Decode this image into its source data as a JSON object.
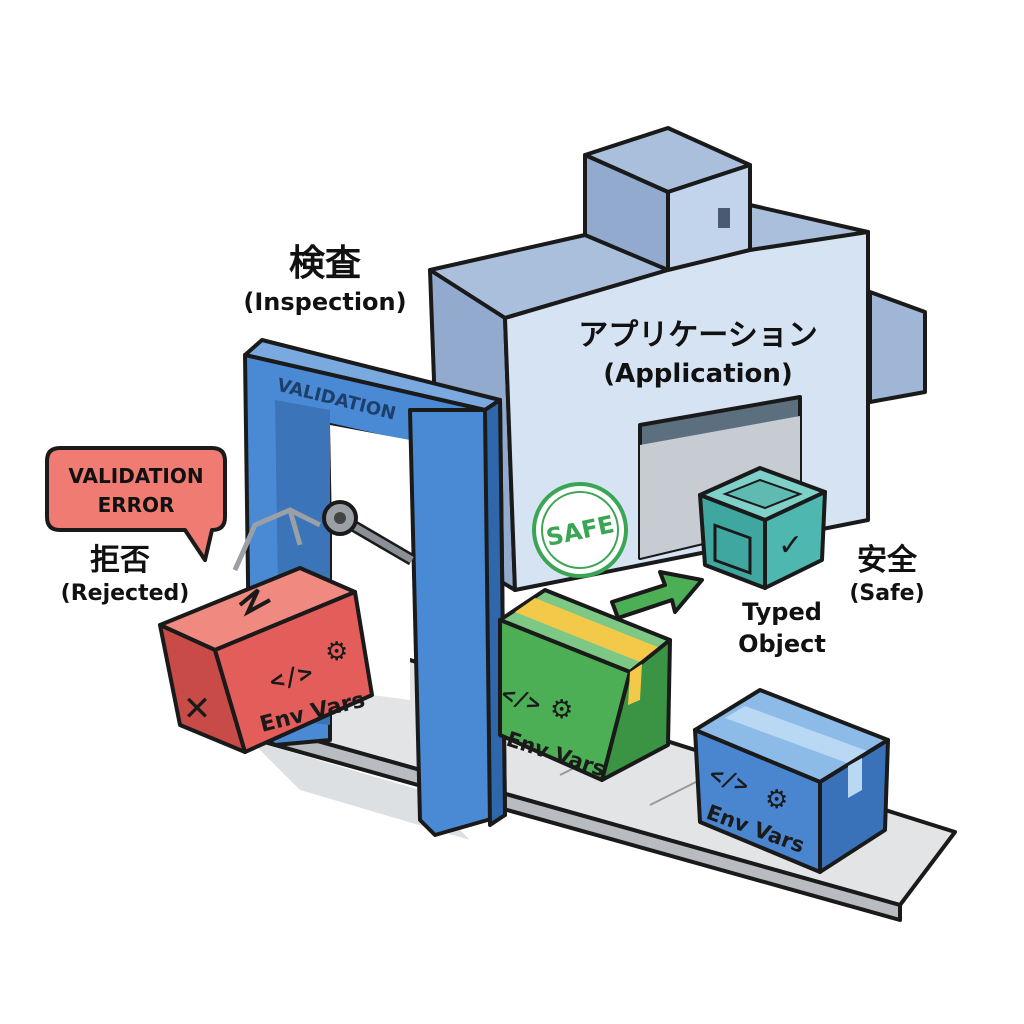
{
  "inspection": {
    "title_ja": "検査",
    "title_en": "(Inspection)"
  },
  "gate": {
    "label": "VALIDATION"
  },
  "error_bubble": {
    "line1": "VALIDATION",
    "line2": "ERROR"
  },
  "rejected": {
    "title_ja": "拒否",
    "title_en": "(Rejected)"
  },
  "application": {
    "title_ja": "アプリケーション",
    "title_en": "(Application)"
  },
  "stamp": {
    "label": "SAFE"
  },
  "safe": {
    "title_ja": "安全",
    "title_en": "(Safe)"
  },
  "typed_object": {
    "line1": "Typed",
    "line2": "Object"
  },
  "boxes": [
    {
      "code": "</>",
      "label": "Env Vars",
      "state": "rejected",
      "color": "#e35d5b"
    },
    {
      "code": "</>",
      "label": "Env Vars",
      "state": "passing",
      "color": "#4cae55"
    },
    {
      "code": "</>",
      "label": "Env Vars",
      "state": "waiting",
      "color": "#4a86d0"
    }
  ],
  "colors": {
    "gate": "#4a8ad4",
    "factory": "#c9d9ee",
    "error": "#f07b72",
    "safe": "#3aa655",
    "typed": "#3fa7a0"
  }
}
